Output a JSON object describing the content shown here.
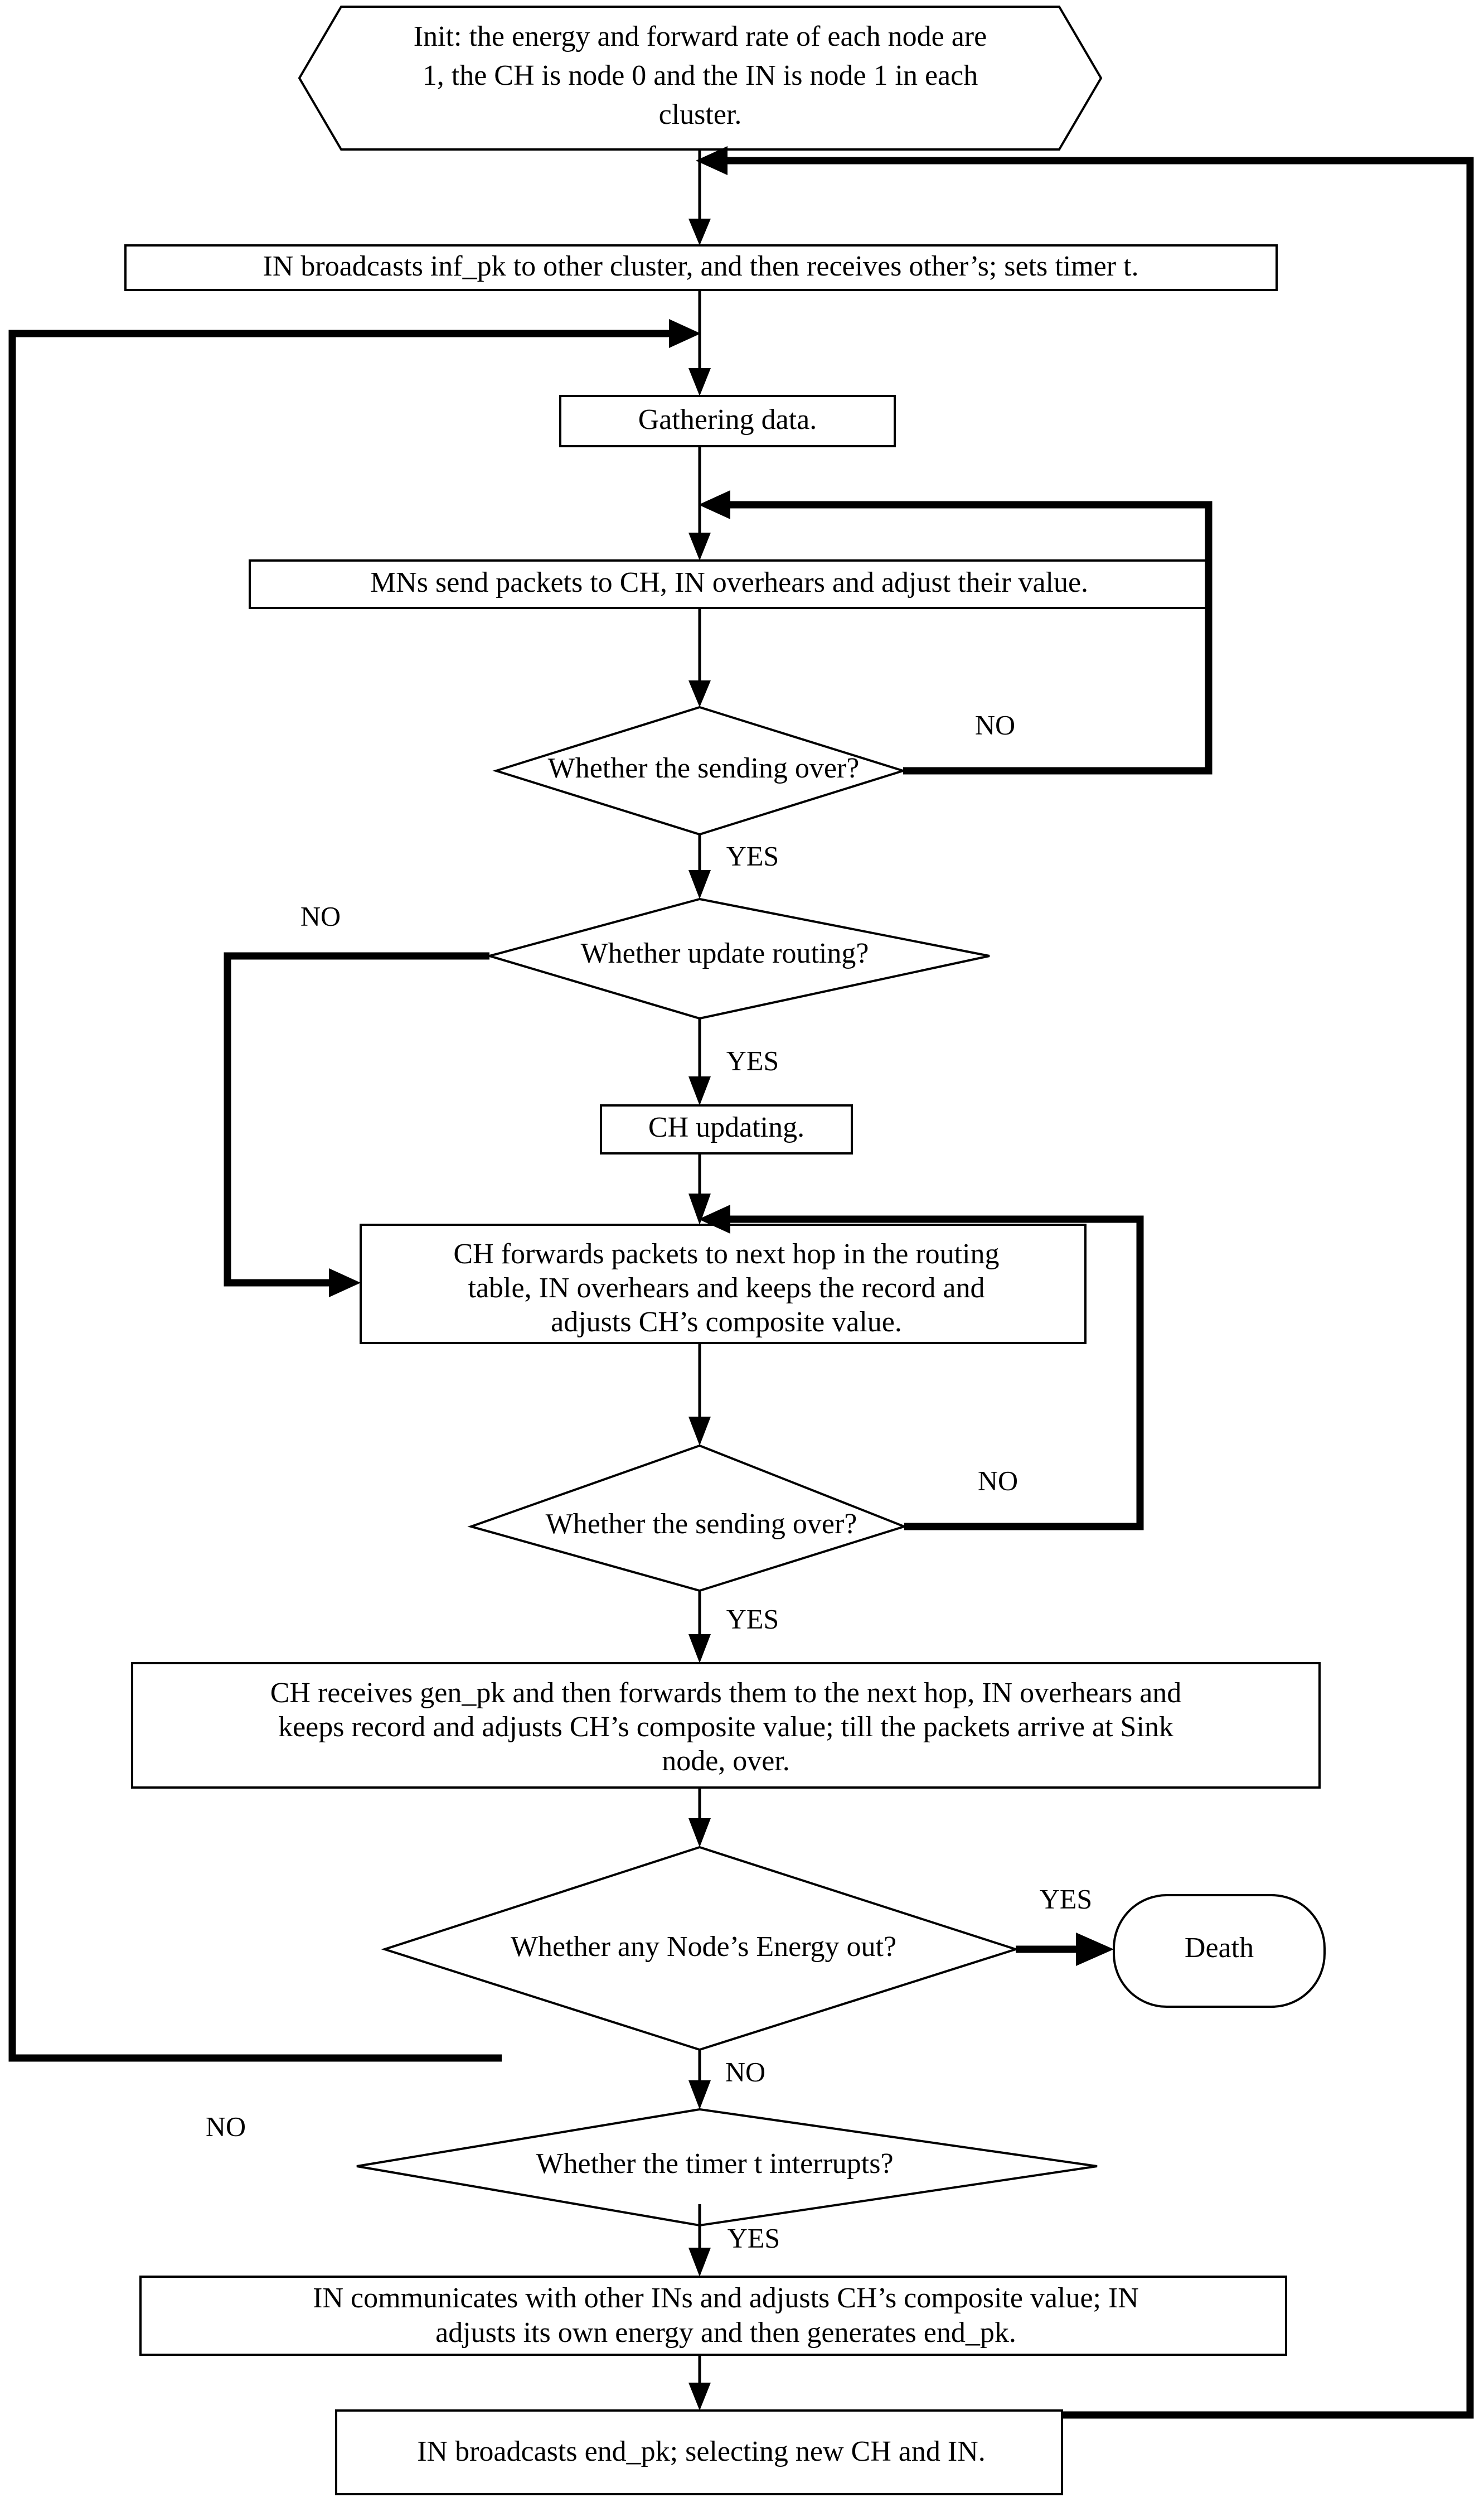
{
  "diagram": {
    "title": "Routing protocol simulation flowchart",
    "colors": {
      "background": "#ffffff",
      "stroke": "#000000",
      "fill": "#ffffff"
    },
    "nodes": {
      "init": {
        "shape": "hexagon",
        "lines": [
          "Init: the energy and forward rate of each node are",
          "1, the CH is node 0 and the IN is node 1 in each",
          "cluster."
        ]
      },
      "in_broadcast_inf": {
        "shape": "rectangle",
        "lines": [
          "IN broadcasts inf_pk to other cluster, and then receives other’s; sets timer t."
        ]
      },
      "gathering": {
        "shape": "rectangle",
        "lines": [
          "Gathering data."
        ]
      },
      "mns_send": {
        "shape": "rectangle",
        "lines": [
          "MNs send packets to CH, IN overhears and adjust their value."
        ]
      },
      "sending_over_1": {
        "shape": "diamond",
        "lines": [
          "Whether the sending over?"
        ]
      },
      "update_routing": {
        "shape": "diamond",
        "lines": [
          "Whether update routing?"
        ]
      },
      "ch_updating": {
        "shape": "rectangle",
        "lines": [
          "CH updating."
        ]
      },
      "ch_forwards": {
        "shape": "rectangle",
        "lines": [
          "CH forwards packets to next hop in the routing",
          "table, IN overhears and keeps the record and",
          "adjusts CH’s composite value."
        ]
      },
      "sending_over_2": {
        "shape": "diamond",
        "lines": [
          "Whether the sending over?"
        ]
      },
      "ch_receives_gen": {
        "shape": "rectangle",
        "lines": [
          "CH receives gen_pk and then forwards them to the next hop, IN overhears and",
          "keeps record and adjusts CH’s composite value; till the packets arrive at Sink",
          "node, over."
        ]
      },
      "energy_out": {
        "shape": "diamond",
        "lines": [
          "Whether any Node’s Energy out?"
        ]
      },
      "death": {
        "shape": "terminator",
        "lines": [
          "Death"
        ]
      },
      "timer_interrupt": {
        "shape": "diamond",
        "lines": [
          "Whether the timer t interrupts?"
        ]
      },
      "in_communicates": {
        "shape": "rectangle",
        "lines": [
          "IN communicates with other INs and adjusts CH’s composite value; IN",
          "adjusts its own energy and then generates end_pk."
        ]
      },
      "in_broadcast_end": {
        "shape": "rectangle",
        "lines": [
          "IN broadcasts end_pk; selecting new CH and IN."
        ]
      }
    },
    "edge_labels": {
      "sending_over_1_no": "NO",
      "sending_over_1_yes": "YES",
      "update_routing_no": "NO",
      "update_routing_yes": "YES",
      "sending_over_2_no": "NO",
      "sending_over_2_yes": "YES",
      "energy_out_yes": "YES",
      "energy_out_no": "NO",
      "timer_no": "NO",
      "timer_yes": "YES"
    }
  }
}
